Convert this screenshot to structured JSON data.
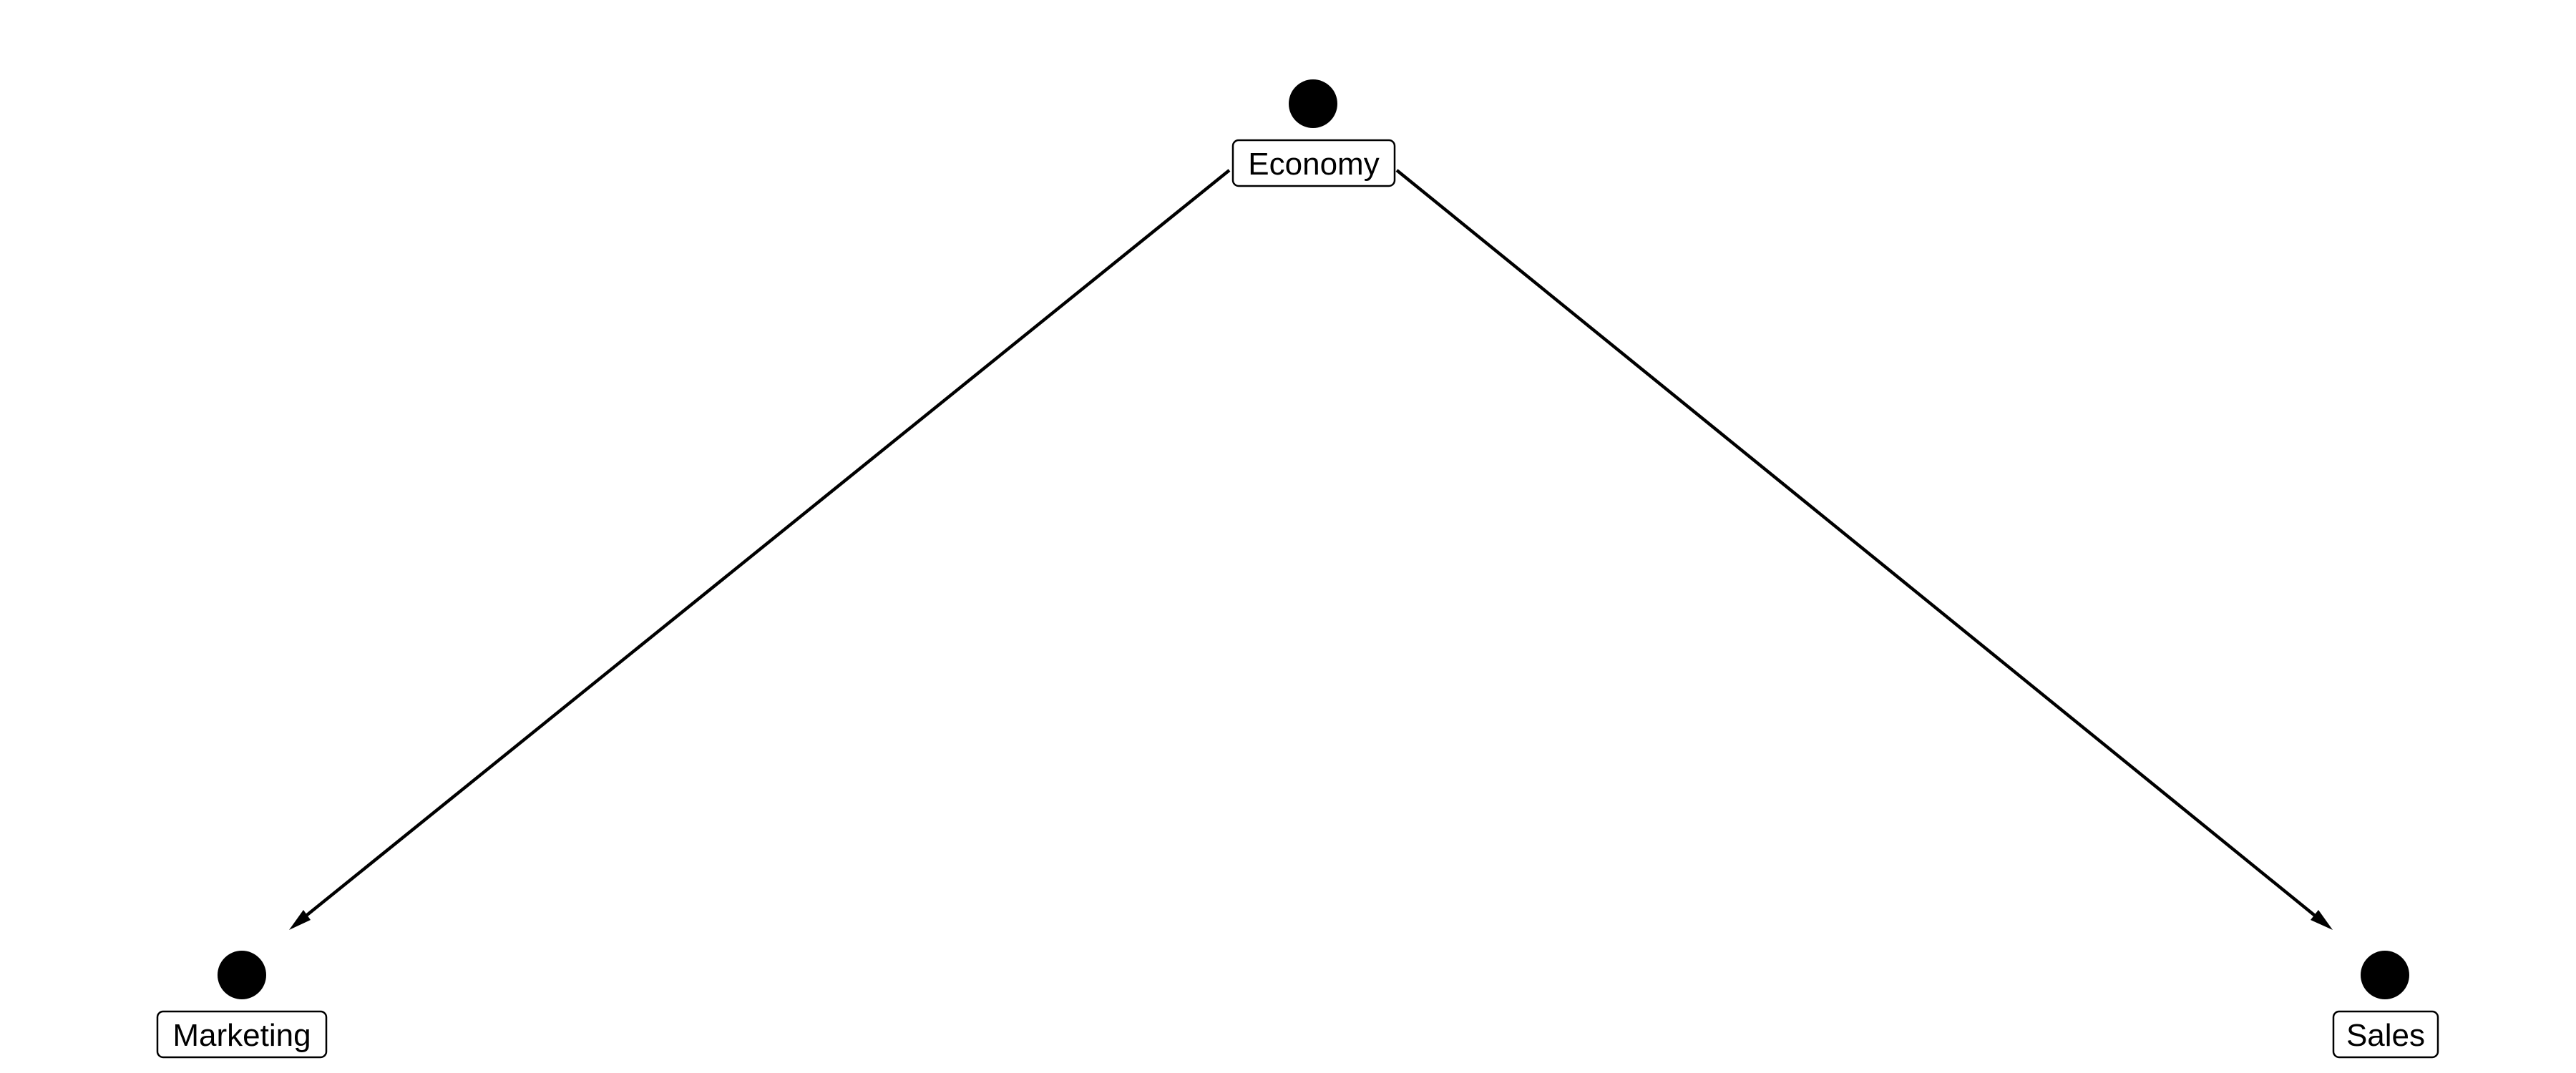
{
  "diagram": {
    "type": "directed-graph",
    "nodes": [
      {
        "id": "economy",
        "label": "Economy"
      },
      {
        "id": "marketing",
        "label": "Marketing"
      },
      {
        "id": "sales",
        "label": "Sales"
      }
    ],
    "edges": [
      {
        "from": "economy",
        "to": "marketing"
      },
      {
        "from": "economy",
        "to": "sales"
      }
    ],
    "colors": {
      "node": "#000000",
      "edge": "#000000",
      "label_border": "#000000",
      "label_background": "#ffffff"
    }
  }
}
